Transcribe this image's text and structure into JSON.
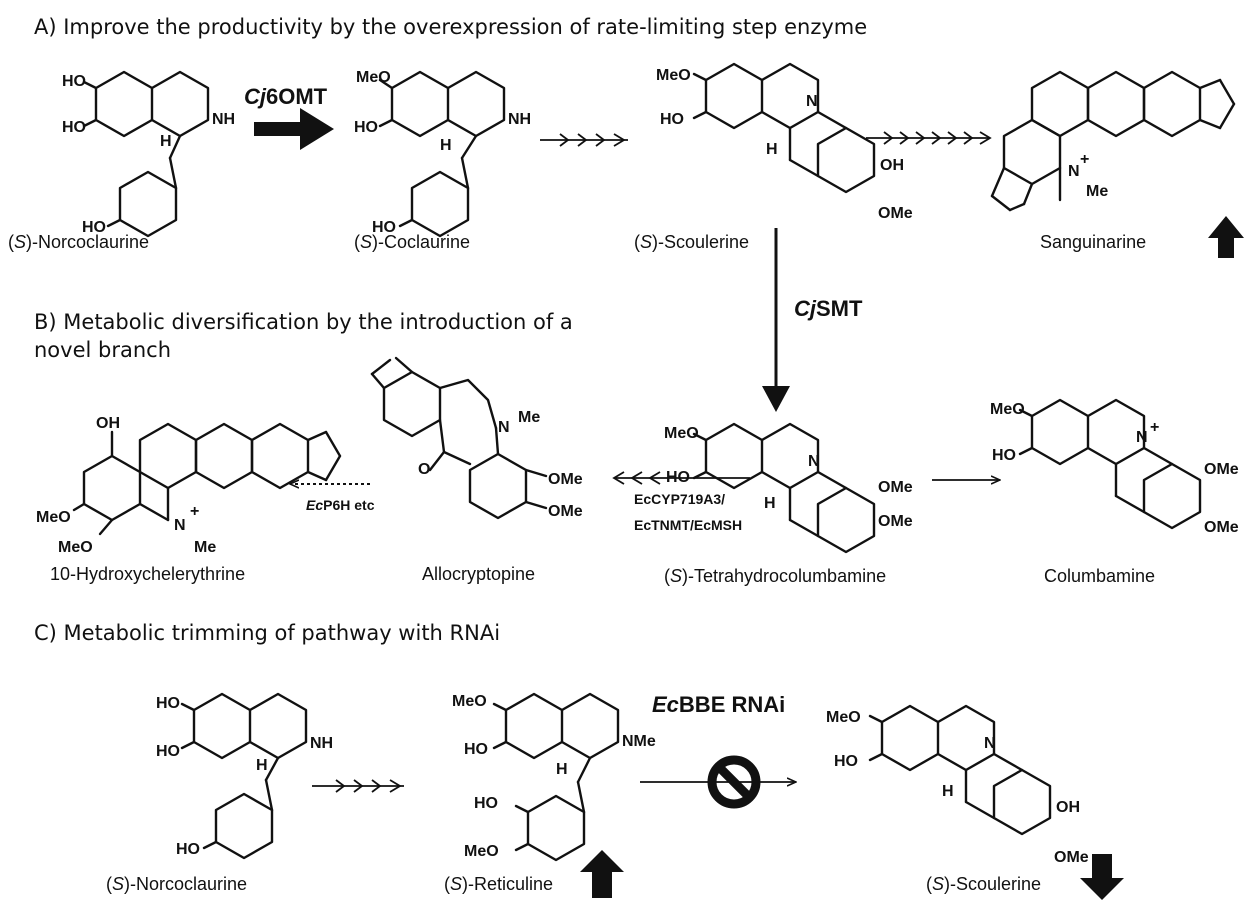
{
  "sections": {
    "a": {
      "title": "A) Improve the productivity by the overexpression of rate-limiting step enzyme"
    },
    "b": {
      "title_line1": "B) Metabolic diversification by the introduction of a",
      "title_line2": "novel branch"
    },
    "c": {
      "title": "C) Metabolic trimming of pathway with RNAi"
    }
  },
  "compounds": {
    "a_norcoclaurine": {
      "prefix": "(",
      "italic": "S",
      "suffix": ")-Norcoclaurine"
    },
    "a_coclaurine": {
      "prefix": "(",
      "italic": "S",
      "suffix": ")-Coclaurine"
    },
    "a_scoulerine": {
      "prefix": "(",
      "italic": "S",
      "suffix": ")-Scoulerine"
    },
    "sanguinarine": {
      "label": "Sanguinarine"
    },
    "hydroxychelerythrine": {
      "label": "10-Hydroxychelerythrine"
    },
    "allocryptopine": {
      "label": "Allocryptopine"
    },
    "tetrahydrocolumbamine": {
      "prefix": "(",
      "italic": "S",
      "suffix": ")-Tetrahydrocolumbamine"
    },
    "columbamine": {
      "label": "Columbamine"
    },
    "c_norcoclaurine": {
      "prefix": "(",
      "italic": "S",
      "suffix": ")-Norcoclaurine"
    },
    "c_reticuline": {
      "prefix": "(",
      "italic": "S",
      "suffix": ")-Reticuline"
    },
    "c_scoulerine": {
      "prefix": "(",
      "italic": "S",
      "suffix": ")-Scoulerine"
    }
  },
  "enzymes": {
    "cj6omt": {
      "italic": "Cj",
      "rest": "6OMT"
    },
    "cjsmt": {
      "italic": "Cj",
      "rest": "SMT"
    },
    "ecp6h": {
      "italic": "Ec",
      "rest": "P6H etc"
    },
    "eccyp_line1": "EcCYP719A3/",
    "eccyp_line2": "EcTNMT/EcMSH",
    "ecbbe": {
      "italic": "Ec",
      "rest": "BBE RNAi"
    }
  },
  "atoms": {
    "ho": "HO",
    "oh": "OH",
    "meo": "MeO",
    "ome": "OMe",
    "nh": "NH",
    "nme": "NMe",
    "n": "N",
    "h": "H",
    "me": "Me",
    "o": "O",
    "plus": "+"
  },
  "icons": {
    "up_arrow": "up-arrow-icon",
    "down_arrow": "down-arrow-icon",
    "blocked": "prohibited-icon"
  }
}
